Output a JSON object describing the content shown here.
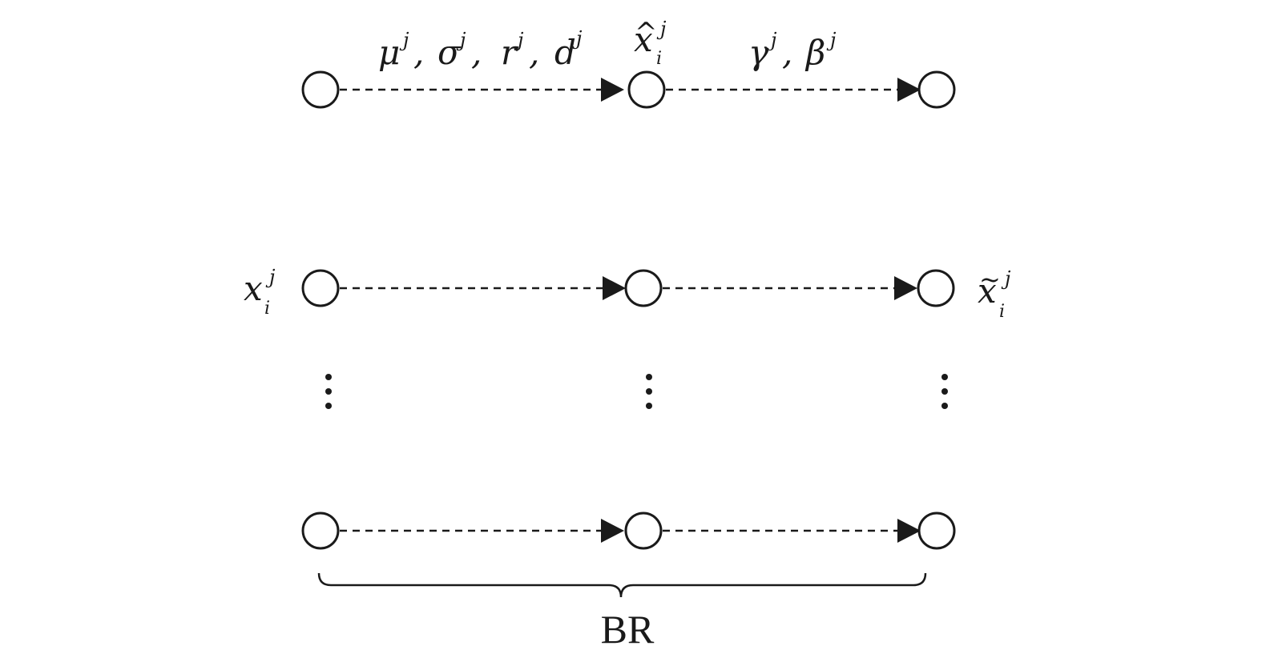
{
  "labels": {
    "edge1_params": {
      "base": [
        "μ",
        "σ",
        "r",
        "d"
      ],
      "sup": "j",
      "separator": ", "
    },
    "edge2_params": {
      "base": [
        "γ",
        "β"
      ],
      "sup": "j",
      "separator": ", "
    },
    "x_hat": {
      "base": "x",
      "accent": "^",
      "sup": "j",
      "sub": "i"
    },
    "x_in": {
      "base": "x",
      "sup": "j",
      "sub": "i"
    },
    "x_out": {
      "base": "x",
      "accent": "~",
      "sup": "j",
      "sub": "i"
    },
    "brace_label": "BR"
  },
  "rows": [
    "top",
    "middle",
    "bottom"
  ],
  "columns": [
    "input",
    "normalized",
    "output"
  ],
  "ellipsis": "⋮"
}
